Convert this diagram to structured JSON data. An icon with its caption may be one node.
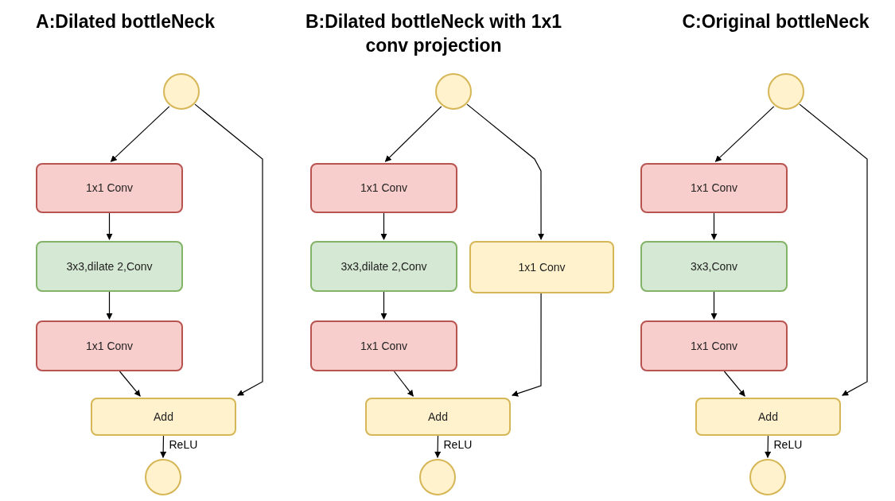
{
  "diagram": {
    "nodes": [
      {
        "text": [],
        "shape": "circle"
      },
      {
        "text": [
          "1x1 Conv"
        ]
      },
      {
        "text": [
          "3x3,dilate 2,Conv"
        ]
      },
      {
        "text": [
          "1x1 Conv"
        ]
      },
      {
        "text": [
          "Add"
        ]
      },
      {
        "text": [],
        "shape": "circle"
      },
      {
        "text": [],
        "shape": "circle"
      },
      {
        "text": [
          "1x1 Conv"
        ]
      },
      {
        "text": [
          "3x3,dilate 2,Conv"
        ]
      },
      {
        "text": [
          "1x1 Conv"
        ]
      },
      {
        "text": [
          "1x1 Conv"
        ]
      },
      {
        "text": [
          "Add"
        ]
      },
      {
        "text": [],
        "shape": "circle"
      },
      {
        "text": [],
        "shape": "circle"
      },
      {
        "text": [
          "1x1 Conv"
        ]
      },
      {
        "text": [
          "3x3,Conv"
        ]
      },
      {
        "text": [
          "1x1 Conv"
        ]
      },
      {
        "text": [
          "Add"
        ]
      },
      {
        "text": [],
        "shape": "circle"
      }
    ],
    "edges": [
      {
        "from": 0,
        "to": 1,
        "arrow": "to"
      },
      {
        "from": 0,
        "to": 4,
        "arrow": "to"
      },
      {
        "from": 1,
        "to": 2,
        "arrow": "to"
      },
      {
        "from": 2,
        "to": 3,
        "arrow": "to"
      },
      {
        "from": 3,
        "to": 4,
        "arrow": "to"
      },
      {
        "from": 4,
        "to": 5,
        "arrow": "to",
        "label": "ReLU"
      },
      {
        "from": 6,
        "to": 7,
        "arrow": "to"
      },
      {
        "from": 6,
        "to": 9,
        "arrow": "to"
      },
      {
        "from": 7,
        "to": 8,
        "arrow": "to"
      },
      {
        "from": 8,
        "to": 10,
        "arrow": "to"
      },
      {
        "from": 10,
        "to": 11,
        "arrow": "to"
      },
      {
        "from": 9,
        "to": 11,
        "arrow": "to"
      },
      {
        "from": 11,
        "to": 12,
        "arrow": "to",
        "label": "ReLU"
      },
      {
        "from": 13,
        "to": 14,
        "arrow": "to"
      },
      {
        "from": 13,
        "to": 17,
        "arrow": "to"
      },
      {
        "from": 14,
        "to": 15,
        "arrow": "to"
      },
      {
        "from": 15,
        "to": 16,
        "arrow": "to"
      },
      {
        "from": 16,
        "to": 17,
        "arrow": "to"
      },
      {
        "from": 17,
        "to": 18,
        "arrow": "to",
        "label": "ReLU"
      }
    ],
    "labels": [
      "A:Dilated bottleNeck",
      "B:Dilated bottleNeck with 1x1 conv projection",
      "C:Original bottleNeck"
    ]
  }
}
